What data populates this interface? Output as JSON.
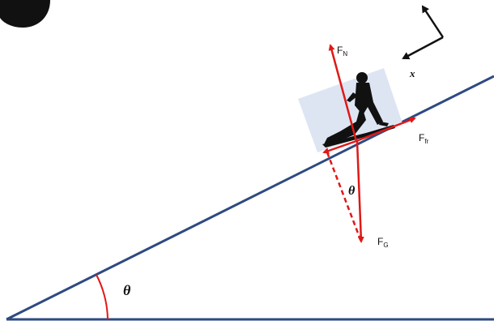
{
  "labels": {
    "normal_force": "F",
    "normal_force_sub": "N",
    "friction_force": "F",
    "friction_force_sub": "fr",
    "gravity_force": "F",
    "gravity_force_sub": "G",
    "incline_angle": "θ",
    "force_angle": "θ",
    "axis_x": "x"
  },
  "colors": {
    "incline": "#2e4a80",
    "force_arrows": "#e01818",
    "angle_arc": "#e01818",
    "axes": "#111111",
    "sled_backdrop": "#dde5f3",
    "figure": "#111111"
  },
  "icons": {
    "sled": "person-on-sled-silhouette"
  }
}
